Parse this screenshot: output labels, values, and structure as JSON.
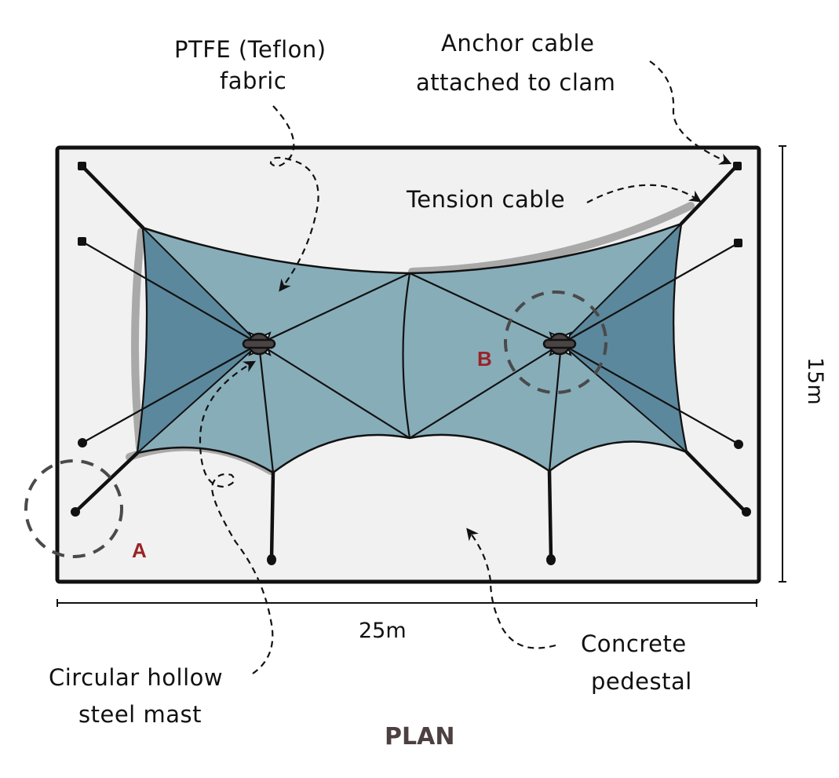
{
  "title": "PLAN",
  "labels": {
    "ptfe_line1": "PTFE (Teflon)",
    "ptfe_line2": "fabric",
    "anchor_line1": "Anchor cable",
    "anchor_line2": "attached to clam",
    "tension": "Tension cable",
    "mast_line1": "Circular hollow",
    "mast_line2": "steel mast",
    "pedestal_line1": "Concrete",
    "pedestal_line2": "pedestal"
  },
  "dimensions": {
    "width": "25m",
    "height": "15m"
  },
  "markers": {
    "a": "A",
    "b": "B"
  },
  "colors": {
    "fabric_light": "#87adb9",
    "fabric_dark": "#5b889d",
    "ground": "#f1f1f1",
    "shadow": "#a9a9a9",
    "marker": "#9b2226",
    "mast_head": "#4a4444",
    "title": "#4d4040",
    "callout_circle": "#4a4a4a"
  }
}
